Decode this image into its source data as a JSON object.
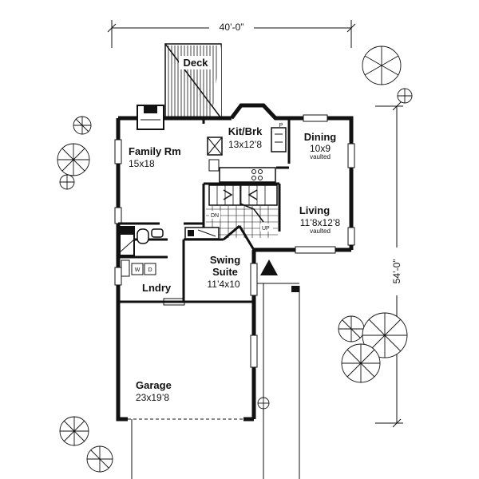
{
  "dimensions": {
    "width_label": "40’-0”",
    "depth_label": "54’-0”"
  },
  "rooms": {
    "deck": {
      "name": "Deck"
    },
    "family": {
      "name": "Family Rm",
      "size": "15x18"
    },
    "kitchen": {
      "name": "Kit/Brk",
      "size": "13x12’8"
    },
    "dining": {
      "name": "Dining",
      "size": "10x9",
      "note": "vaulted"
    },
    "living": {
      "name": "Living",
      "size": "11’8x12’8",
      "note": "vaulted"
    },
    "suite": {
      "name": "Swing",
      "name2": "Suite",
      "size": "11’4x10"
    },
    "laundry": {
      "name": "Lndry"
    },
    "garage": {
      "name": "Garage",
      "size": "23x19’8"
    }
  },
  "labels": {
    "pantry": "P",
    "down": "DN",
    "up": "UP",
    "washer": "W",
    "dryer": "D"
  }
}
